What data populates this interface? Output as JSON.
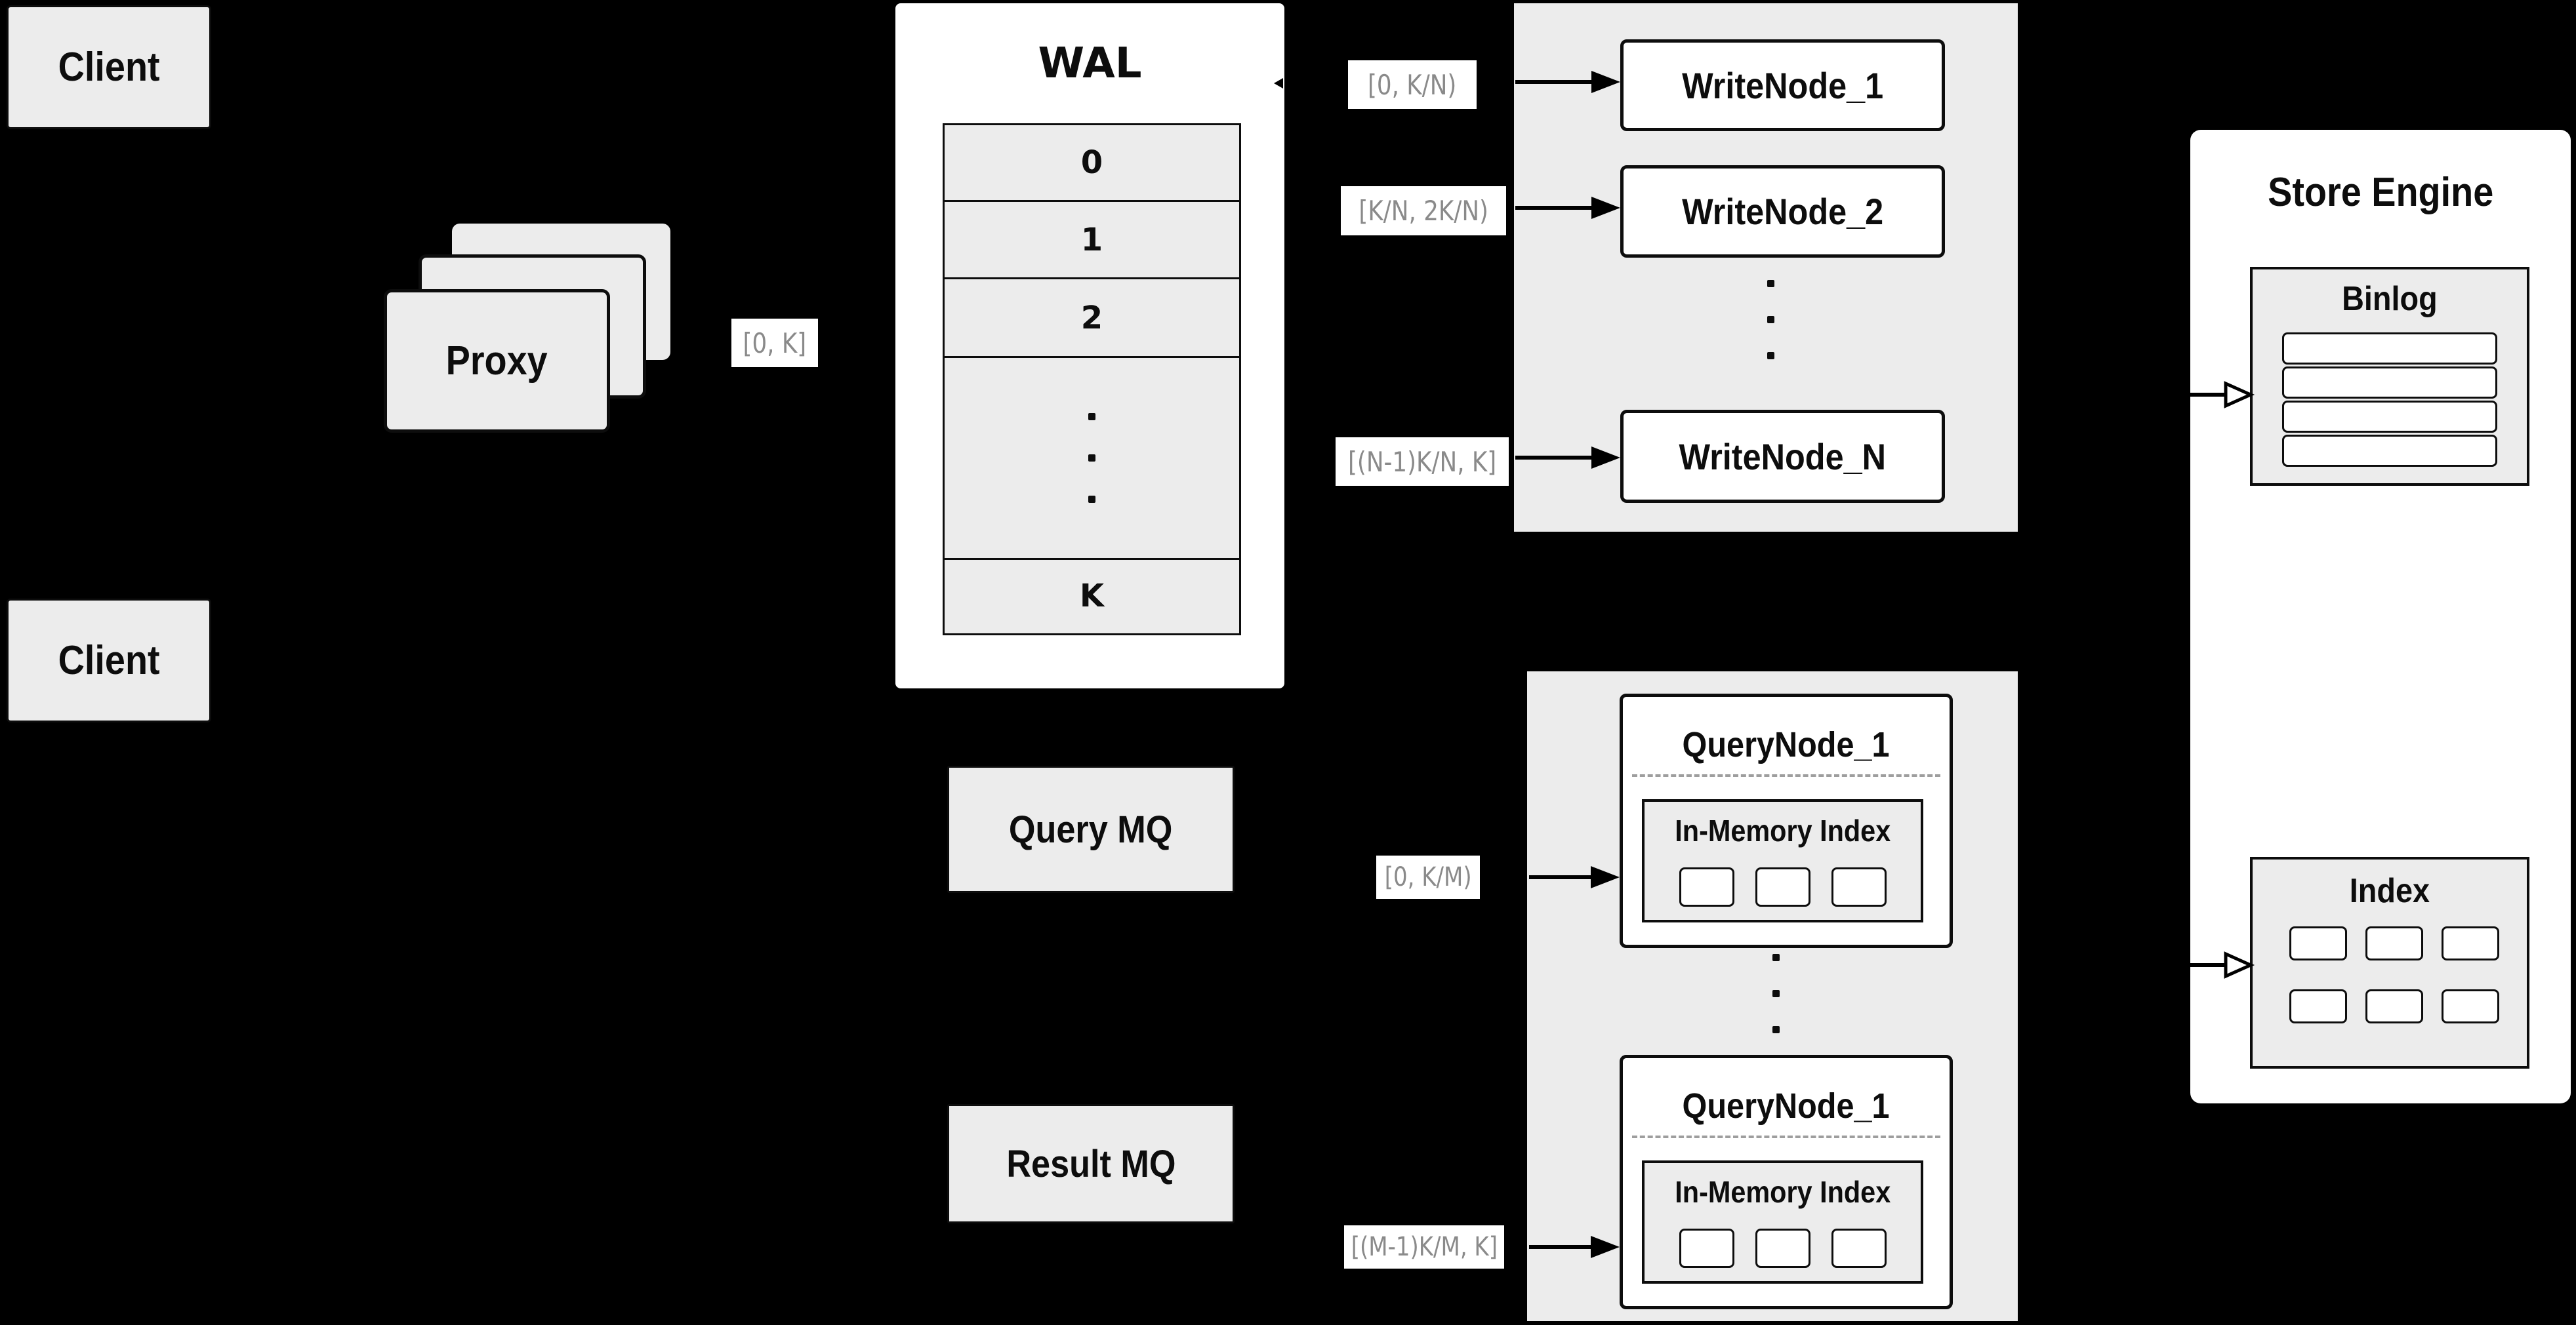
{
  "colors": {
    "background": "#000000",
    "panel_gray": "#ececec",
    "node_white": "#ffffff",
    "border_black": "#0d0d0d",
    "range_label_text": "#8a8a8a",
    "dashed_separator": "#9e9e9e"
  },
  "clients": {
    "top": "Client",
    "bottom": "Client"
  },
  "proxy": {
    "label": "Proxy"
  },
  "wal": {
    "title": "WAL",
    "rows": [
      "0",
      "1",
      "2",
      "K"
    ],
    "ellipsis": "⋮"
  },
  "range_labels": {
    "proxy_to_wal": "[0, K]",
    "to_writenode_1": "[0,  K/N)",
    "to_writenode_2": "[K/N, 2K/N)",
    "to_writenode_n": "[(N-1)K/N,  K]",
    "to_querynode_top": "[0, K/M)",
    "to_querynode_bottom": "[(M-1)K/M, K]"
  },
  "write_group": {
    "node_1": "WriteNode_1",
    "node_2": "WriteNode_2",
    "node_n": "WriteNode_N",
    "ellipsis": "⋮"
  },
  "store_engine": {
    "title": "Store Engine",
    "binlog_title": "Binlog",
    "index_title": "Index"
  },
  "queues": {
    "query_mq": "Query MQ",
    "result_mq": "Result MQ"
  },
  "query_group": {
    "node_top_title": "QueryNode_1",
    "node_bottom_title": "QueryNode_1",
    "in_memory_index_top": "In-Memory Index",
    "in_memory_index_bottom": "In-Memory Index",
    "ellipsis": "⋮"
  }
}
